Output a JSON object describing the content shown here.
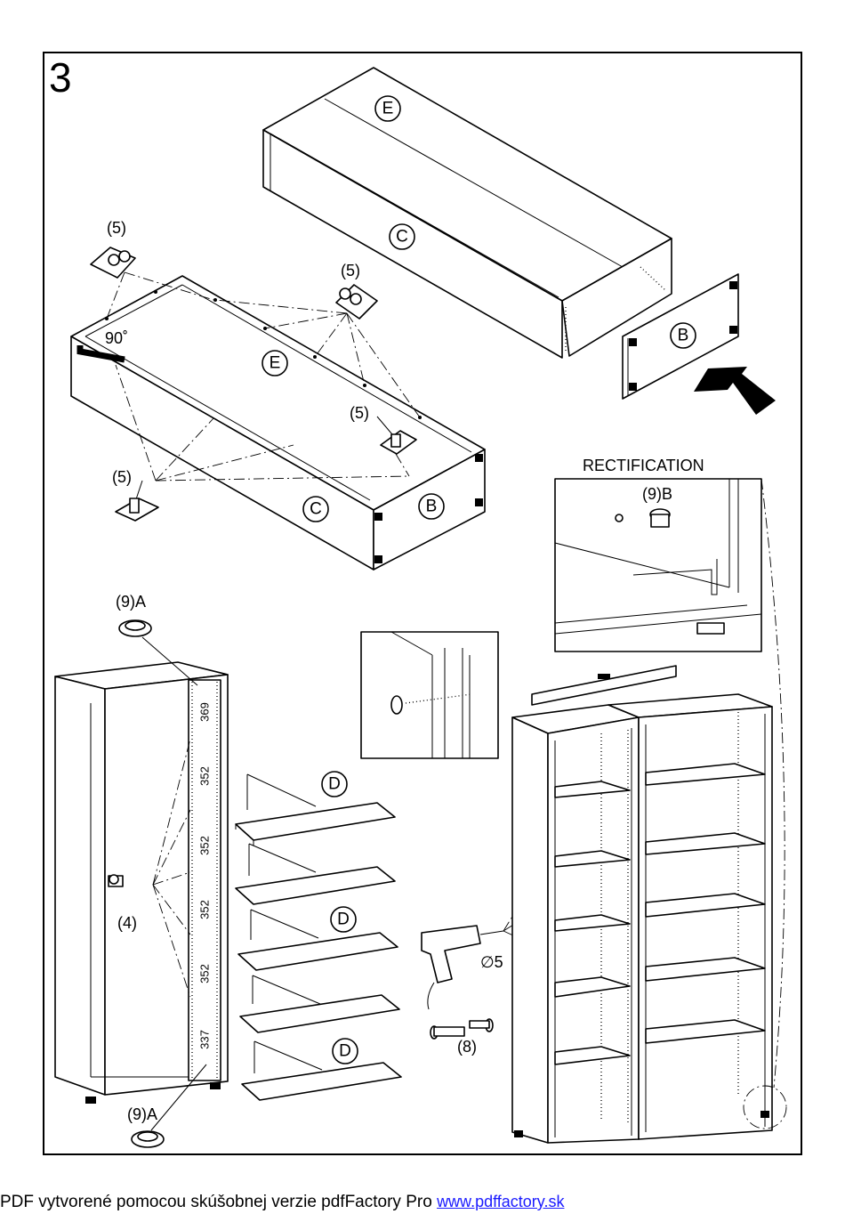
{
  "step_number": "3",
  "labels": {
    "part_e_top": "E",
    "part_c_top": "C",
    "part_b_right": "B",
    "part_e_box": "E",
    "part_c_box": "C",
    "part_b_box": "B",
    "angle": "90˚",
    "fitting_5_a": "(5)",
    "fitting_5_b": "(5)",
    "fitting_5_c": "(5)",
    "fitting_5_d": "(5)",
    "rectification_title": "RECTIFICATION",
    "cap_9b": "(9)B",
    "cap_9a_top": "(9)A",
    "cap_9a_bottom": "(9)A",
    "pin_4": "(4)",
    "shelf_d_1": "D",
    "shelf_d_2": "D",
    "shelf_d_3": "D",
    "drill_size": "∅5",
    "bolt_8": "(8)"
  },
  "dimensions": [
    "369",
    "352",
    "352",
    "352",
    "352",
    "337"
  ],
  "footer": {
    "text": "PDF vytvorené pomocou skúšobnej verzie pdfFactory Pro ",
    "link": "www.pdffactory.sk"
  }
}
